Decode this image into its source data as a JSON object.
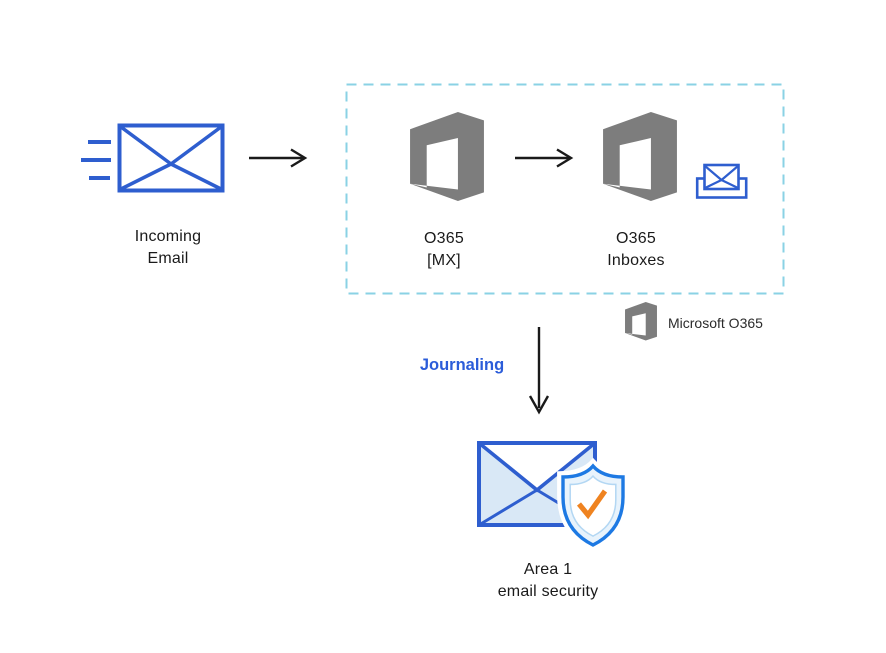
{
  "colors": {
    "blue": "#2e5ecf",
    "journaling-blue": "#2b5cd9",
    "dash": "#8ad2e4",
    "gray": "#7d7d7d",
    "ink": "#1a1a1a",
    "pale": "#d9e8f6",
    "shield-stroke": "#1d79e3",
    "shield-fill": "#e8f3fc",
    "shield-inner-stroke": "#b3d7f3",
    "orange": "#ef8320"
  },
  "nodes": {
    "incoming_email": {
      "label": [
        "Incoming",
        "Email"
      ]
    },
    "o365_mx": {
      "label": [
        "O365",
        "[MX]"
      ]
    },
    "o365_inboxes": {
      "label": [
        "O365",
        "Inboxes"
      ]
    },
    "area1": {
      "label": [
        "Area 1",
        "email security"
      ]
    }
  },
  "legend": {
    "label": "Microsoft O365"
  },
  "flow": {
    "journaling_label": "Journaling"
  },
  "icons": {
    "incoming-email-icon": "envelope with speed lines",
    "o365-logo": "Microsoft Office 365 logo",
    "inbox-icon": "envelope in tray",
    "arrow-right-icon": "right arrow",
    "arrow-down-icon": "down arrow",
    "area1-shield-icon": "envelope with shield and checkmark"
  }
}
